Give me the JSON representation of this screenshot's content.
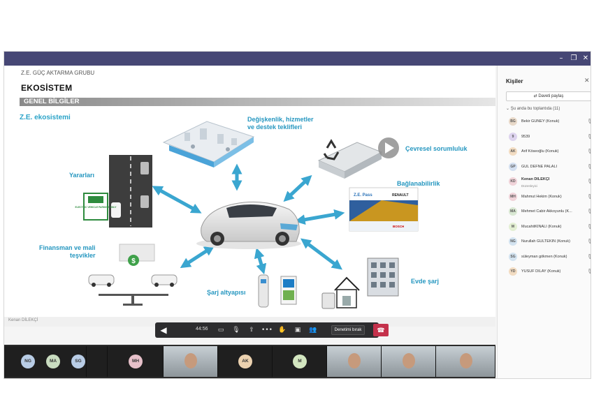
{
  "slide": {
    "company": "Z.E. GÜÇ AKTARMA GRUBU",
    "title": "EKOSİSTEM",
    "section": "GENEL BİLGİLER",
    "subtitle": "Z.E. ekosistemi",
    "labels": {
      "changes": "Değişkenlik, hizmetler\nve destek teklifleri",
      "environment": "Çevresel sorumluluk",
      "connectivity": "Bağlanabilirlik",
      "benefits": "Yararları",
      "finance": "Finansman ve mali\nteşvikler",
      "infrastructure": "Şarj altyapısı",
      "home": "Evde şarj"
    },
    "sign_text": "ELECTRIC VEHICLE PARKING ONLY",
    "card_left": "Z.E. Pass",
    "card_right": "RENAULT",
    "card_bottom": "BOSCH"
  },
  "presenter_label": "Kenan DİLEKÇİ",
  "controls": {
    "timer": "44:56",
    "stop_label": "Denetimi bırak"
  },
  "panel": {
    "title": "Kişiler",
    "share_label": "Daveti paylaş",
    "in_meeting_label": "Şu anda bu toplantıda (11)",
    "participants": [
      {
        "initials": "BG",
        "name": "Bekir GÜNEY (Konuk)",
        "sub": "",
        "color": "#e8d9c9"
      },
      {
        "initials": "9",
        "name": "9539",
        "sub": "",
        "color": "#ddd3ee"
      },
      {
        "initials": "AK",
        "name": "Arif Köseoğlu (Konuk)",
        "sub": "",
        "color": "#f2dcc2"
      },
      {
        "initials": "GP",
        "name": "GÜL DEFNE PALALI",
        "sub": "",
        "color": "#d3dff0"
      },
      {
        "initials": "KD",
        "name": "Kenan DİLEKÇİ",
        "sub": "Düzenleyici",
        "color": "#f0d3d9"
      },
      {
        "initials": "MH",
        "name": "Mahmut Hekim (Konuk)",
        "sub": "",
        "color": "#f0d3d9"
      },
      {
        "initials": "MA",
        "name": "Mehmet Cabir Akkoyunlu (K...",
        "sub": "",
        "color": "#d9e8d3"
      },
      {
        "initials": "M",
        "name": "MucahitKİNALI (Konuk)",
        "sub": "",
        "color": "#e3efd3"
      },
      {
        "initials": "NG",
        "name": "Nurullah GÜLTEKİN (Konuk)",
        "sub": "",
        "color": "#d3e3f0"
      },
      {
        "initials": "SG",
        "name": "süleyman gökmen (Konuk)",
        "sub": "",
        "color": "#d3e3f0"
      },
      {
        "initials": "YD",
        "name": "YUSUF DİLAY (Konuk)",
        "sub": "",
        "color": "#f2dcc2"
      }
    ]
  },
  "video_strip": [
    {
      "initials": "NG",
      "color": "#b9cde6"
    },
    {
      "initials": "MA",
      "color": "#c9dcc0"
    },
    {
      "initials": "SG",
      "color": "#b9cde6"
    },
    {
      "initials": "MH",
      "color": "#e6c0c9"
    },
    {
      "initials": "AK",
      "color": "#ecd2b0"
    },
    {
      "initials": "M",
      "color": "#d3e6c0"
    }
  ]
}
